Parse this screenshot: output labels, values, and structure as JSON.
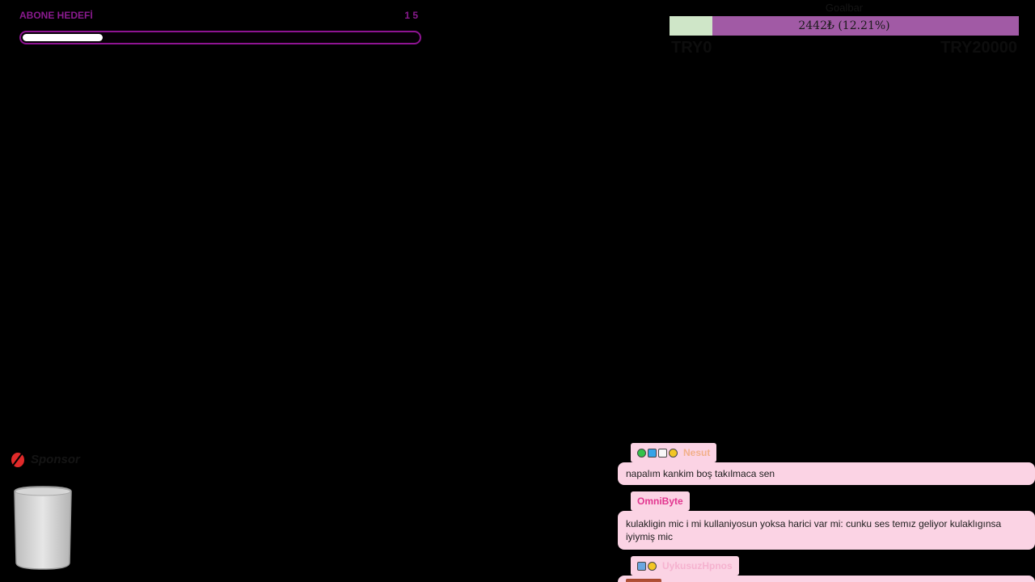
{
  "subscriber_goal": {
    "title": "ABONE HEDEFİ",
    "count": "1 5",
    "progress": 0.2
  },
  "donation_goal": {
    "title": "Goalbar",
    "progress_text": "2442₺ (12.21%)",
    "progress": 0.1221,
    "min_label": "TRY0",
    "max_label": "TRY20000"
  },
  "sponsor": {
    "name": "Sponsor"
  },
  "chat": {
    "messages": [
      {
        "username": "Nesut",
        "username_color": "#f2b08a",
        "badges": [
          "check-badge",
          "cube-badge",
          "heart-badge",
          "coin-badge"
        ],
        "text": "napalım kankim boş takılmaca sen"
      },
      {
        "username": "OmniByte",
        "username_color": "#e2358f",
        "badges": [],
        "text": "kulakligin mic i mi kullaniyosun yoksa harici var mi: cunku ses temız geliyor kulaklıgınsa iyiymiş mic"
      },
      {
        "username": "UykusuzHpnos",
        "username_color": "#f5b2cf",
        "badges": [
          "tool-badge",
          "coin-badge"
        ],
        "text": ""
      }
    ]
  },
  "colors": {
    "accent": "#8f1493",
    "donation_bar": "#a15aa5",
    "donation_fill": "#cfe6c8",
    "chat_bg": "#fbd3e4"
  }
}
